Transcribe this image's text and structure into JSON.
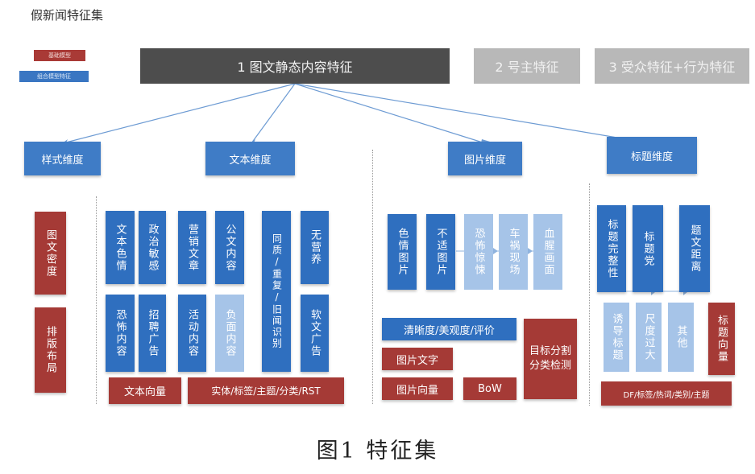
{
  "title": "假新闻特征集",
  "legend": {
    "basic": "基础模型",
    "combined": "组合模型特征"
  },
  "tabs": [
    "1 图文静态内容特征",
    "2 号主特征",
    "3 受众特征+行为特征"
  ],
  "dimensions": [
    "样式维度",
    "文本维度",
    "图片维度",
    "标题维度"
  ],
  "style_items": [
    "图文密度",
    "排版布局"
  ],
  "text_top": [
    "文本色情",
    "政治敏感",
    "营销文章",
    "公文内容",
    "同质/重复/旧闻识别",
    "无营养"
  ],
  "text_bottom": [
    "恐怖内容",
    "招聘广告",
    "活动内容",
    "负面内容",
    "软文广告"
  ],
  "text_footer": [
    "文本向量",
    "实体/标签/主题/分类/RST"
  ],
  "image_top": [
    "色情图片",
    "不适图片",
    "恐怖惊悚",
    "车祸现场",
    "血腥画面"
  ],
  "image_bottom": [
    "清晰度/美观度/评价",
    "图片文字",
    "图片向量",
    "BoW",
    "目标分割分类检测"
  ],
  "title_top": [
    "标题完整性",
    "标题党",
    "题文距离"
  ],
  "title_bottom": [
    "诱导标题",
    "尺度过大",
    "其他",
    "标题向量"
  ],
  "title_footer": "DF/标签/热词/类别/主题",
  "caption": "图1   特征集",
  "colors": {
    "dark_tab": "#4d4d4d",
    "grey_tab": "#b8b8b8",
    "blue": "#2f6fbf",
    "light_blue": "#a6c4e8",
    "red": "#a53a36"
  }
}
